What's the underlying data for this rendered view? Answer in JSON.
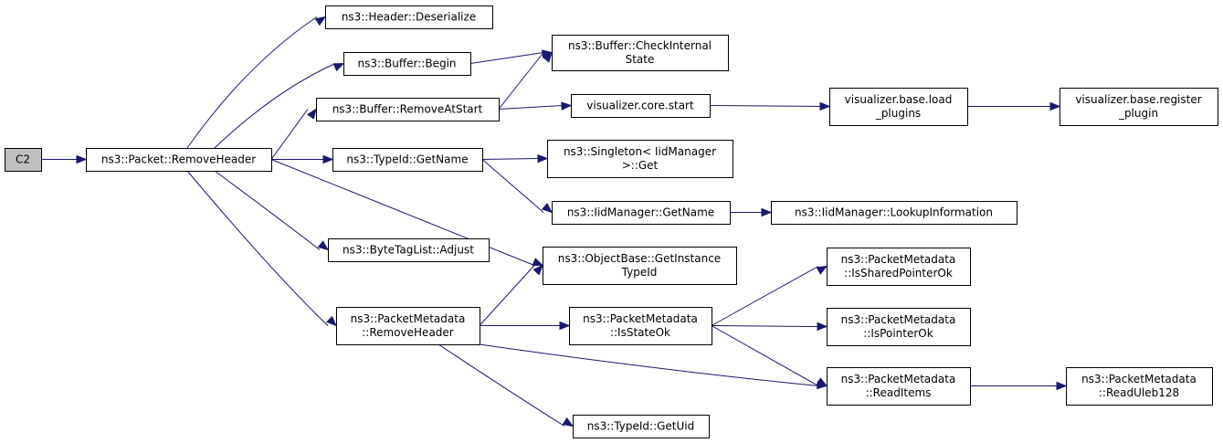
{
  "diagram": {
    "colors": {
      "edge": "#191970",
      "root_fill": "#bfbfbf",
      "node_fill": "#ffffff",
      "border": "#000000"
    },
    "nodes": [
      {
        "id": "c2",
        "lines": [
          "C2"
        ],
        "root": true
      },
      {
        "id": "removeheader",
        "lines": [
          "ns3::Packet::RemoveHeader"
        ]
      },
      {
        "id": "hdr_deser",
        "lines": [
          "ns3::Header::Deserialize"
        ]
      },
      {
        "id": "buf_begin",
        "lines": [
          "ns3::Buffer::Begin"
        ]
      },
      {
        "id": "buf_removeatstart",
        "lines": [
          "ns3::Buffer::RemoveAtStart"
        ]
      },
      {
        "id": "typeid_getname",
        "lines": [
          "ns3::TypeId::GetName"
        ]
      },
      {
        "id": "bytetag_adjust",
        "lines": [
          "ns3::ByteTagList::Adjust"
        ]
      },
      {
        "id": "pm_removeheader",
        "lines": [
          "ns3::PacketMetadata",
          "::RemoveHeader"
        ]
      },
      {
        "id": "buf_check",
        "lines": [
          "ns3::Buffer::CheckInternal",
          "State"
        ]
      },
      {
        "id": "viz_start",
        "lines": [
          "visualizer.core.start"
        ]
      },
      {
        "id": "singleton_get",
        "lines": [
          "ns3::Singleton< IidManager",
          ">::Get"
        ]
      },
      {
        "id": "iid_getname",
        "lines": [
          "ns3::IidManager::GetName"
        ]
      },
      {
        "id": "objbase_getinst",
        "lines": [
          "ns3::ObjectBase::GetInstance",
          "TypeId"
        ]
      },
      {
        "id": "pm_isstateok",
        "lines": [
          "ns3::PacketMetadata",
          "::IsStateOk"
        ]
      },
      {
        "id": "typeid_getuid",
        "lines": [
          "ns3::TypeId::GetUid"
        ]
      },
      {
        "id": "viz_load",
        "lines": [
          "visualizer.base.load",
          "_plugins"
        ]
      },
      {
        "id": "viz_register",
        "lines": [
          "visualizer.base.register",
          "_plugin"
        ]
      },
      {
        "id": "iid_lookup",
        "lines": [
          "ns3::IidManager::LookupInformation"
        ]
      },
      {
        "id": "pm_isshared",
        "lines": [
          "ns3::PacketMetadata",
          "::IsSharedPointerOk"
        ]
      },
      {
        "id": "pm_ispointer",
        "lines": [
          "ns3::PacketMetadata",
          "::IsPointerOk"
        ]
      },
      {
        "id": "pm_readitems",
        "lines": [
          "ns3::PacketMetadata",
          "::ReadItems"
        ]
      },
      {
        "id": "pm_readuleb",
        "lines": [
          "ns3::PacketMetadata",
          "::ReadUleb128"
        ]
      }
    ],
    "edges": [
      [
        "c2",
        "removeheader"
      ],
      [
        "removeheader",
        "hdr_deser"
      ],
      [
        "removeheader",
        "buf_begin"
      ],
      [
        "removeheader",
        "buf_removeatstart"
      ],
      [
        "removeheader",
        "typeid_getname"
      ],
      [
        "removeheader",
        "bytetag_adjust"
      ],
      [
        "removeheader",
        "pm_removeheader"
      ],
      [
        "removeheader",
        "objbase_getinst"
      ],
      [
        "buf_begin",
        "buf_check"
      ],
      [
        "buf_removeatstart",
        "buf_check"
      ],
      [
        "buf_removeatstart",
        "viz_start"
      ],
      [
        "viz_start",
        "viz_load"
      ],
      [
        "viz_load",
        "viz_register"
      ],
      [
        "typeid_getname",
        "singleton_get"
      ],
      [
        "typeid_getname",
        "iid_getname"
      ],
      [
        "iid_getname",
        "iid_lookup"
      ],
      [
        "pm_removeheader",
        "objbase_getinst"
      ],
      [
        "pm_removeheader",
        "pm_isstateok"
      ],
      [
        "pm_removeheader",
        "pm_readitems"
      ],
      [
        "pm_removeheader",
        "typeid_getuid"
      ],
      [
        "pm_isstateok",
        "pm_isshared"
      ],
      [
        "pm_isstateok",
        "pm_ispointer"
      ],
      [
        "pm_isstateok",
        "pm_readitems"
      ],
      [
        "pm_readitems",
        "pm_readuleb"
      ]
    ]
  }
}
